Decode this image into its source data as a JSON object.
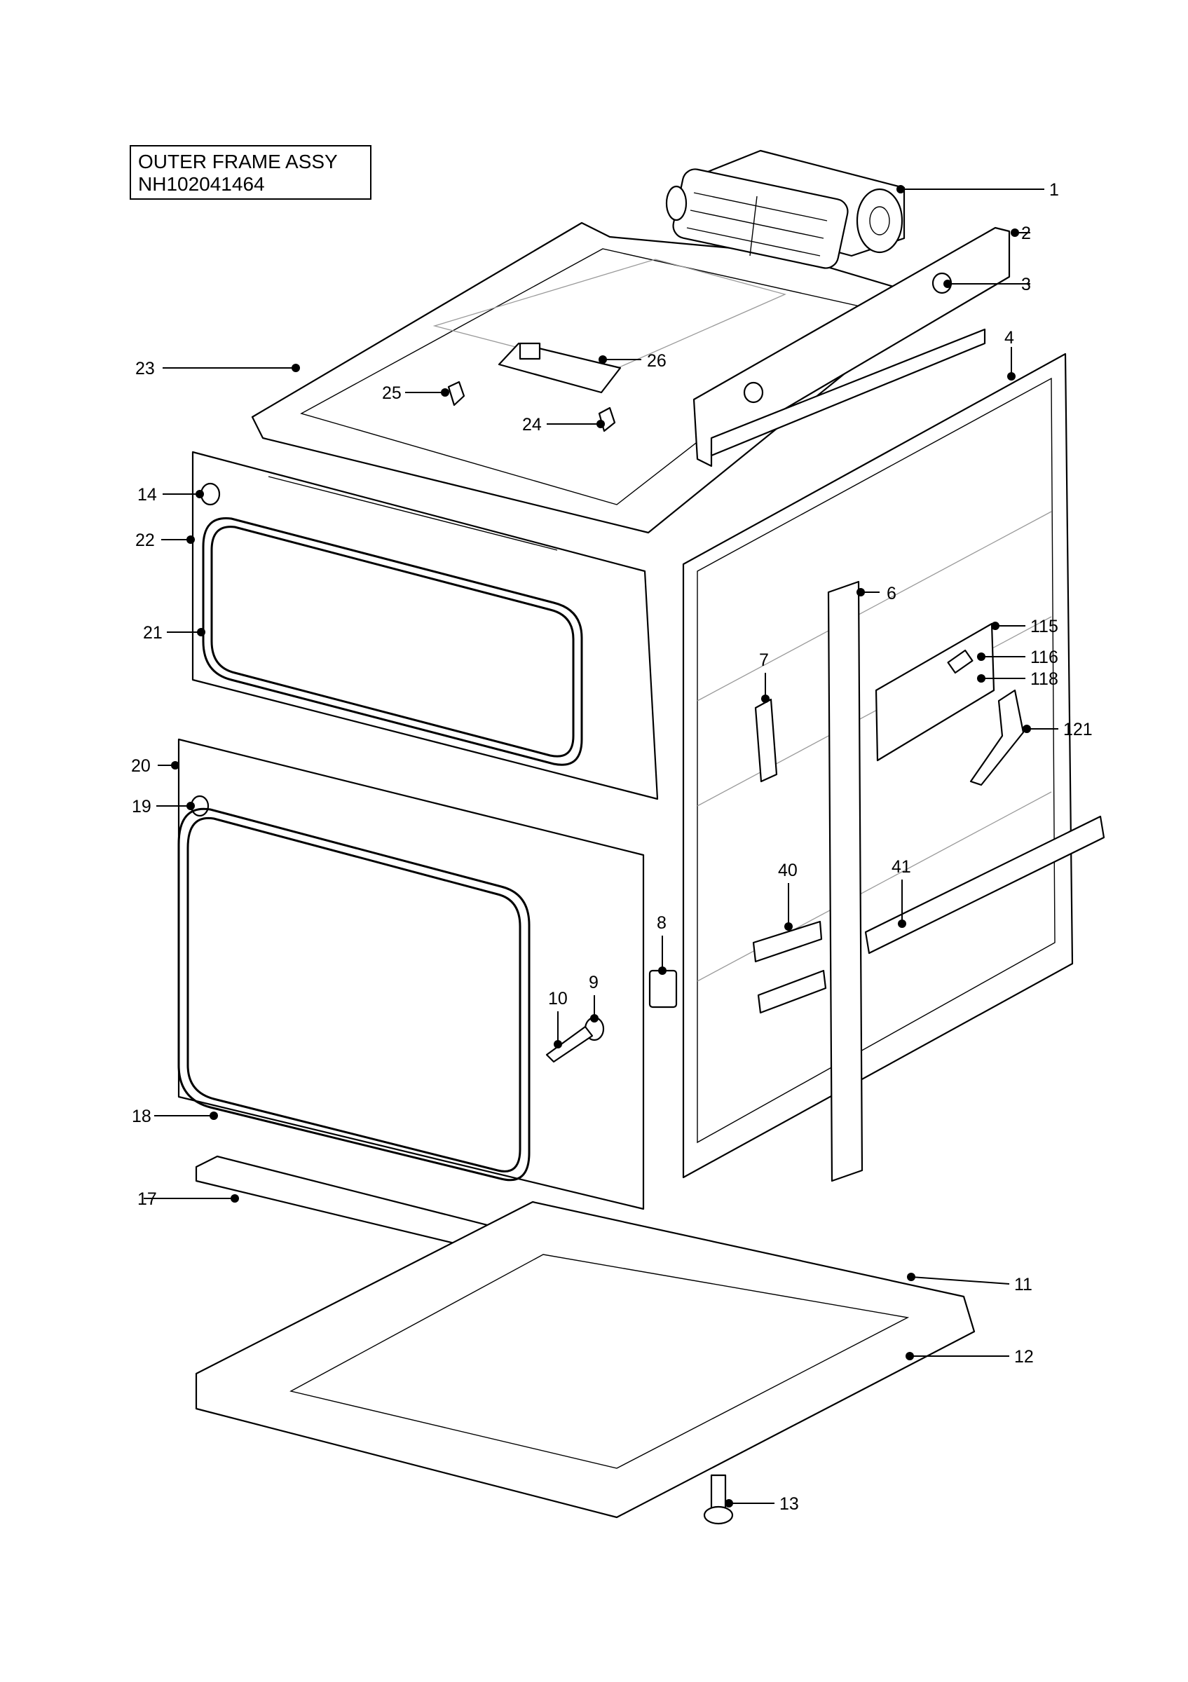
{
  "title": {
    "line1": "OUTER FRAME ASSY",
    "line2": "NH102041464"
  },
  "callouts": [
    {
      "id": "c1",
      "label": "1"
    },
    {
      "id": "c2",
      "label": "2"
    },
    {
      "id": "c3",
      "label": "3"
    },
    {
      "id": "c4",
      "label": "4"
    },
    {
      "id": "c6",
      "label": "6"
    },
    {
      "id": "c7",
      "label": "7"
    },
    {
      "id": "c8",
      "label": "8"
    },
    {
      "id": "c9",
      "label": "9"
    },
    {
      "id": "c10",
      "label": "10"
    },
    {
      "id": "c11",
      "label": "11"
    },
    {
      "id": "c12",
      "label": "12"
    },
    {
      "id": "c13",
      "label": "13"
    },
    {
      "id": "c14",
      "label": "14"
    },
    {
      "id": "c17",
      "label": "17"
    },
    {
      "id": "c18",
      "label": "18"
    },
    {
      "id": "c19",
      "label": "19"
    },
    {
      "id": "c20",
      "label": "20"
    },
    {
      "id": "c21",
      "label": "21"
    },
    {
      "id": "c22",
      "label": "22"
    },
    {
      "id": "c23",
      "label": "23"
    },
    {
      "id": "c24",
      "label": "24"
    },
    {
      "id": "c25",
      "label": "25"
    },
    {
      "id": "c26",
      "label": "26"
    },
    {
      "id": "c40",
      "label": "40"
    },
    {
      "id": "c41",
      "label": "41"
    },
    {
      "id": "c115",
      "label": "115"
    },
    {
      "id": "c116",
      "label": "116"
    },
    {
      "id": "c118",
      "label": "118"
    },
    {
      "id": "c121",
      "label": "121"
    }
  ]
}
